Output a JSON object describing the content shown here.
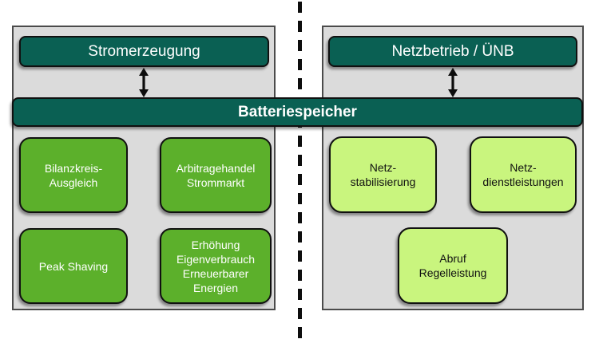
{
  "colors": {
    "teal": "#0a6053",
    "green": "#5cb02b",
    "light_green": "#c9f57e",
    "panel_bg": "#dbdbdb",
    "panel_border": "#4b4b4b",
    "dash": "#0d0d0d"
  },
  "battery_bar": {
    "label": "Batteriespeicher"
  },
  "left_panel": {
    "header": "Stromerzeugung",
    "boxes": [
      {
        "label": "Bilanzkreis-\nAusgleich"
      },
      {
        "label": "Arbitragehandel\nStrommarkt"
      },
      {
        "label": "Peak Shaving"
      },
      {
        "label": "Erhöhung\nEigenverbrauch\nErneuerbarer\nEnergien"
      }
    ]
  },
  "right_panel": {
    "header": "Netzbetrieb / ÜNB",
    "boxes": [
      {
        "label": "Netz-\nstabilisierung"
      },
      {
        "label": "Netz-\ndienstleistungen"
      },
      {
        "label": "Abruf\nRegelleistung"
      }
    ]
  }
}
